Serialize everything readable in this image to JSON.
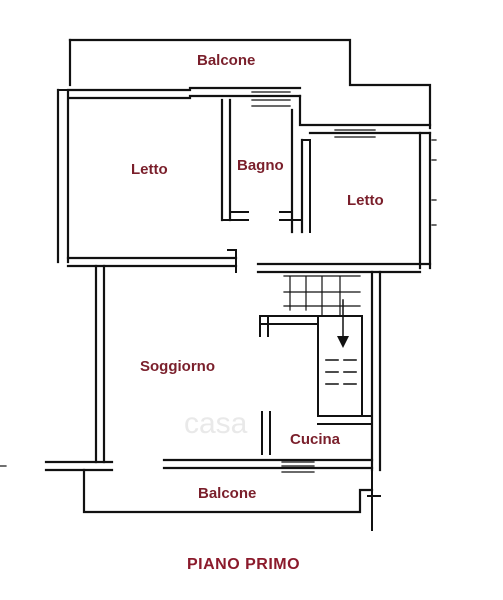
{
  "floor": {
    "title": "PIANO PRIMO",
    "rooms": {
      "balcone_top": "Balcone",
      "letto_left": "Letto",
      "bagno": "Bagno",
      "letto_right": "Letto",
      "soggiorno": "Soggiorno",
      "cucina": "Cucina",
      "balcone_bottom": "Balcone"
    },
    "watermark": "casa"
  },
  "colors": {
    "label": "#7a1f2b",
    "wall": "#111111"
  }
}
